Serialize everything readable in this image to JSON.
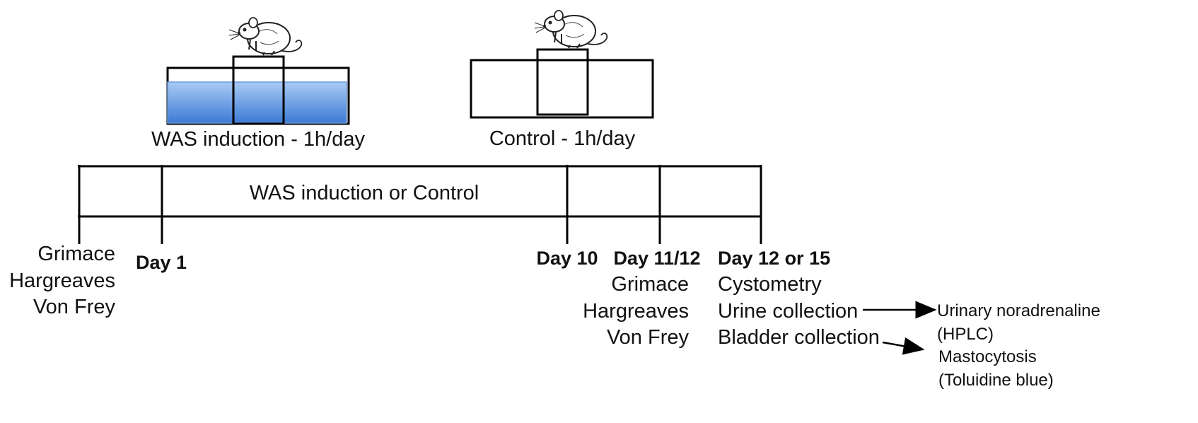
{
  "panels": {
    "was": {
      "label": "WAS induction - 1h/day"
    },
    "control": {
      "label": "Control - 1h/day"
    }
  },
  "timeline": {
    "band_label": "WAS induction or Control",
    "days": {
      "day1": "Day 1",
      "day10": "Day 10",
      "day11_12": "Day 11/12",
      "day12_15": "Day 12 or 15"
    }
  },
  "baseline_tests": [
    "Grimace",
    "Hargreaves",
    "Von Frey"
  ],
  "day11_tests": [
    "Grimace",
    "Hargreaves",
    "Von Frey"
  ],
  "final_procedures": [
    "Cystometry",
    "Urine collection",
    "Bladder collection"
  ],
  "outputs": {
    "urine": [
      "Urinary noradrenaline",
      "(HPLC)"
    ],
    "bladder": [
      "Mastocytosis",
      "(Toluidine blue)"
    ]
  },
  "colors": {
    "water_top": "#9cc2f2",
    "water_bottom": "#3f7fd6",
    "line": "#000000"
  },
  "icons": [
    "rat-icon",
    "rat-icon"
  ]
}
